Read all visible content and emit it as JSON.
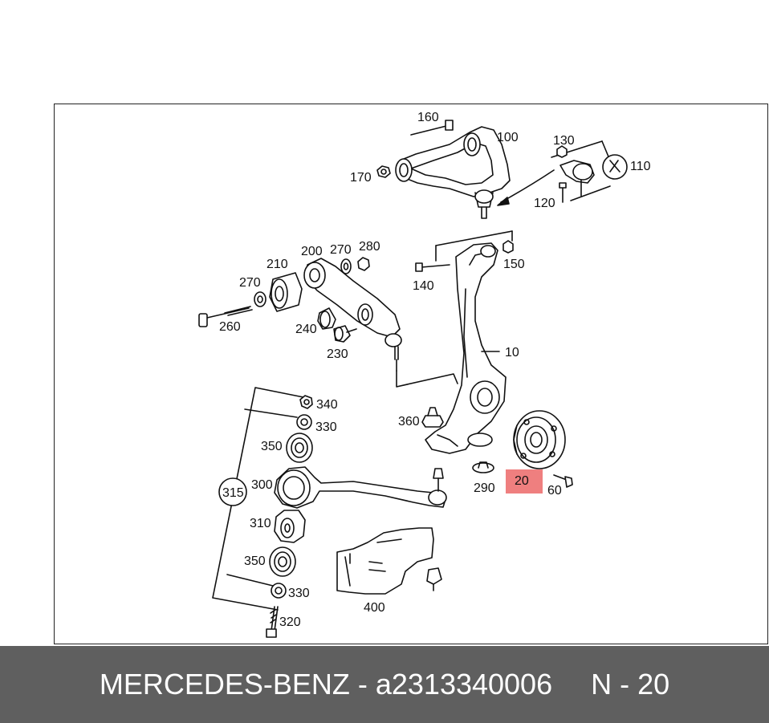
{
  "labels": {
    "l10": "10",
    "l20": "20",
    "l60": "60",
    "l100": "100",
    "l110": "110",
    "l120": "120",
    "l130": "130",
    "l140": "140",
    "l150": "150",
    "l160": "160",
    "l170": "170",
    "l200": "200",
    "l210": "210",
    "l230": "230",
    "l240": "240",
    "l260": "260",
    "l270a": "270",
    "l270b": "270",
    "l280": "280",
    "l290": "290",
    "l300": "300",
    "l310": "310",
    "l315": "315",
    "l320": "320",
    "l330a": "330",
    "l330b": "330",
    "l340": "340",
    "l350a": "350",
    "l350b": "350",
    "l360": "360",
    "l400": "400"
  },
  "highlight": {
    "label": "20",
    "color": "#ef7f7f"
  },
  "footer": {
    "brand": "MERCEDES-BENZ - a2313340006",
    "ref": "N - 20"
  }
}
